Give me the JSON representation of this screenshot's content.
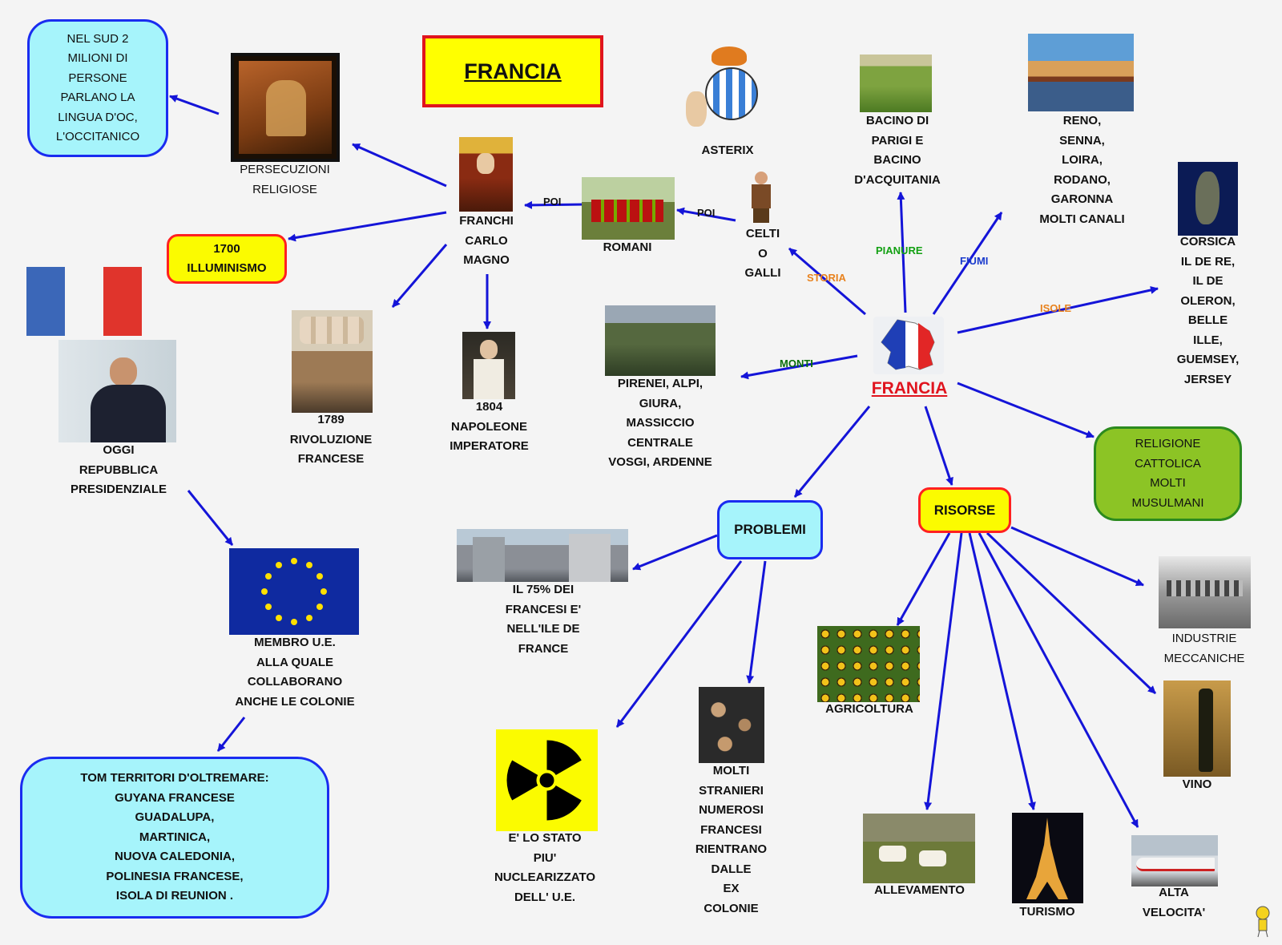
{
  "title": "FRANCIA",
  "center": {
    "label": "FRANCIA"
  },
  "relations": {
    "storia": "STORIA",
    "pianure": "PIANURE",
    "fiumi": "FIUMI",
    "isole": "ISOLE",
    "monti": "MONTI",
    "poi_1": "POI",
    "poi_2": "POI"
  },
  "nodes": {
    "occitano": "NEL   SUD   2\nMILIONI   DI\nPERSONE\nPARLANO    LA\nLINGUA    D'OC,\nL'OCCITANICO",
    "persecuzioni": "PERSECUZIONI\nRELIGIOSE",
    "carlomagno": "FRANCHI\nCARLO\nMAGNO",
    "romani": "ROMANI",
    "celti": "CELTI\nO\nGALLI",
    "asterix": "ASTERIX",
    "pianure": "BACINO     DI\nPARIGI    E\nBACINO\nD'ACQUITANIA",
    "fiumi": "RENO,\nSENNA,\nLOIRA,\nRODANO,\nGARONNA\nMOLTI      CANALI",
    "isole": "CORSICA\nIL   DE   RE,\nIL   DE\nOLERON,\nBELLE\nILLE,\nGUEMSEY,\nJERSEY",
    "illuminismo": "1700\nILLUMINISMO",
    "rivoluzione": "1789\nRIVOLUZIONE\nFRANCESE",
    "napoleone": "1804\nNAPOLEONE\nIMPERATORE",
    "monti": "PIRENEI,       ALPI,\nGIURA,\nMASSICCIO\nCENTRALE\nVOSGI,       ARDENNE",
    "oggi": "OGGI\nREPUBBLICA\nPRESIDENZIALE",
    "religione": "RELIGIONE\nCATTOLICA\nMOLTI\nMUSULMANI",
    "ue": "MEMBRO       U.E.\nALLA       QUALE\nCOLLABORANO\nANCHE     LE     COLONIE",
    "tom": "TOM      TERRITORI      D'OLTREMARE:\nGUYANA      FRANCESE\nGUADALUPA,\nMARTINICA,\nNUOVA      CALEDONIA,\nPOLINESIA      FRANCESE,\nISOLA    DI    REUNION   .",
    "problemi": "PROBLEMI",
    "risorse": "RISORSE",
    "iledefrance": "IL    75%    DEI\nFRANCESI      E'\nNELL'ILE      DE\nFRANCE",
    "nucleare": "E'     LO     STATO\nPIU'\nNUCLEARIZZATO\nDELL'     U.E.",
    "stranieri": "MOLTI\nSTRANIERI\nNUMEROSI\nFRANCESI\nRIENTRANO\nDALLE\nEX\nCOLONIE",
    "agricoltura": "AGRICOLTURA",
    "allevamento": "ALLEVAMENTO",
    "turismo": "TURISMO",
    "altavelocita": "ALTA\nVELOCITA'",
    "vino": "VINO",
    "industrie": "INDUSTRIE\nMECCANICHE"
  },
  "colors": {
    "arrow": "#1414d8",
    "title_fill": "#ffff00",
    "title_border": "#e0141e",
    "cyan_fill": "#a6f4fb",
    "blue_border": "#1a2cf0",
    "yellow_fill": "#fbfb00",
    "red_border": "#ff2020",
    "green_fill": "#8cc425",
    "green_border": "#2b8a1e",
    "rel_green": "#12a012",
    "rel_orange": "#e8821e",
    "rel_blue": "#1a3acc",
    "rel_dark_green": "#0a6e0a"
  }
}
